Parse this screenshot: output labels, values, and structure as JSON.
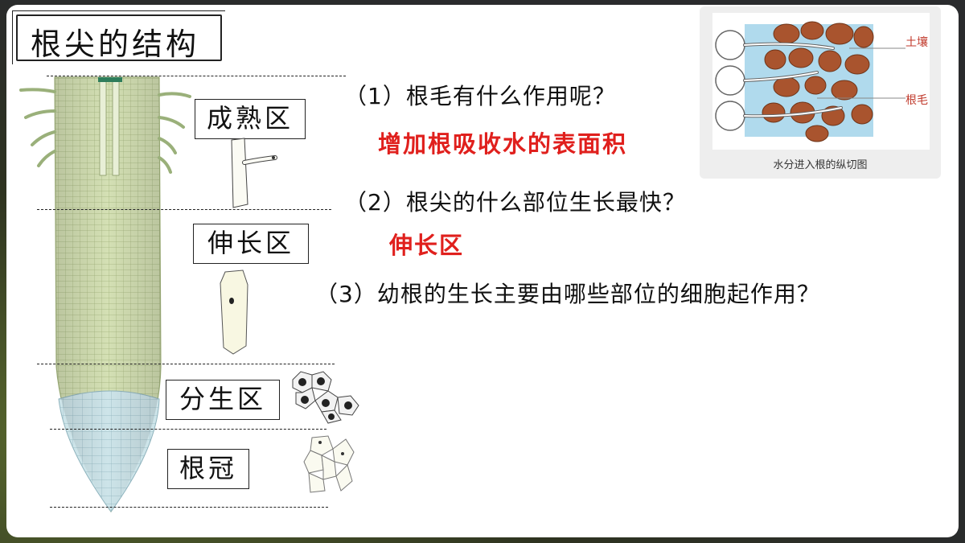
{
  "slide": {
    "title": "根尖的结构",
    "zones": [
      {
        "label": "成熟区"
      },
      {
        "label": "伸长区"
      },
      {
        "label": "分生区"
      },
      {
        "label": "根冠"
      }
    ],
    "questions": [
      {
        "text": "（1）根毛有什么作用呢？",
        "answer": "增加根吸收水的表面积"
      },
      {
        "text": "（2）根尖的什么部位生长最快？",
        "answer": "伸长区"
      },
      {
        "text": "（3）幼根的生长主要由哪些部位的细胞起作用？",
        "answer": ""
      }
    ],
    "inset": {
      "caption": "水分进入根的纵切图",
      "label_soil": "土壤",
      "label_hair": "根毛"
    },
    "colors": {
      "answer": "#e0201d",
      "root_tissue": "#cfdcb0",
      "root_cap": "#c9e0e6",
      "soil": "#a9542e",
      "water": "#8fcbe6"
    }
  }
}
